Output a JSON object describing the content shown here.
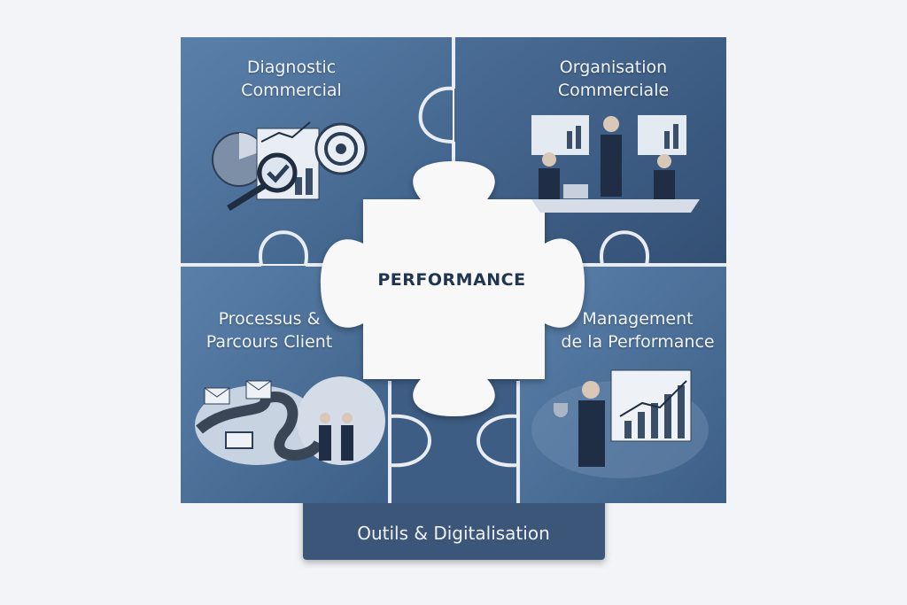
{
  "center_label": "PERFORMANCE",
  "pieces": [
    {
      "title_line1": "Diagnostic",
      "title_line2": "Commercial",
      "icon": "analytics-chart-target-icon"
    },
    {
      "title_line1": "Organisation",
      "title_line2": "Commerciale",
      "icon": "team-meeting-icon"
    },
    {
      "title_line1": "Processus &",
      "title_line2": "Parcours Client",
      "icon": "customer-journey-icon"
    },
    {
      "title_line1": "Management",
      "title_line2": "de la Performance",
      "icon": "presenter-trophy-chart-icon"
    }
  ],
  "bottom_label": "Outils & Digitalisation",
  "colors": {
    "tile_light": "#5277a0",
    "tile_dark": "#3a5a80",
    "center": "#f8f8f8",
    "text_dark": "#1f3550",
    "background": "#f3f4f7"
  }
}
